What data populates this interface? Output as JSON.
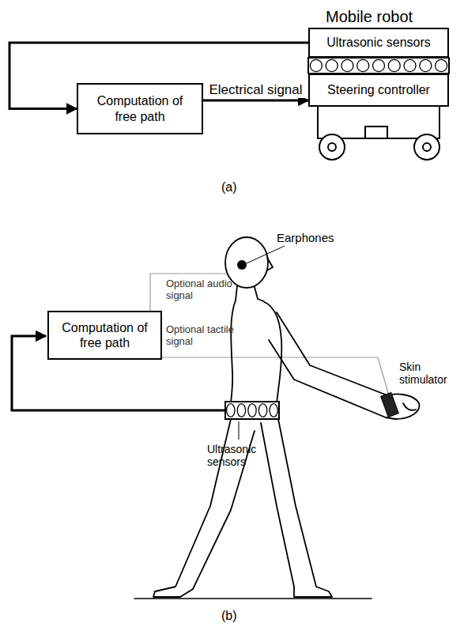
{
  "diagram": {
    "nodes": [
      {
        "text": [
          "Computation of free path"
        ]
      },
      {
        "text": [
          "Ultrasonic sensors"
        ]
      },
      {
        "text": [
          "Steering controller"
        ]
      },
      {
        "text": [
          "Computation of free path"
        ]
      }
    ],
    "edges": [
      {
        "from": 1,
        "to": 0,
        "arrow": "to"
      },
      {
        "from": 0,
        "to": 2,
        "label": "Electrical signal",
        "arrow": "to"
      }
    ],
    "labels": [
      "Mobile robot",
      "(a)",
      "Earphones",
      "Optional audio signal",
      "Optional tactile signal",
      "Skin stimulator",
      "Ultrasonic sensors",
      "(b)"
    ]
  }
}
